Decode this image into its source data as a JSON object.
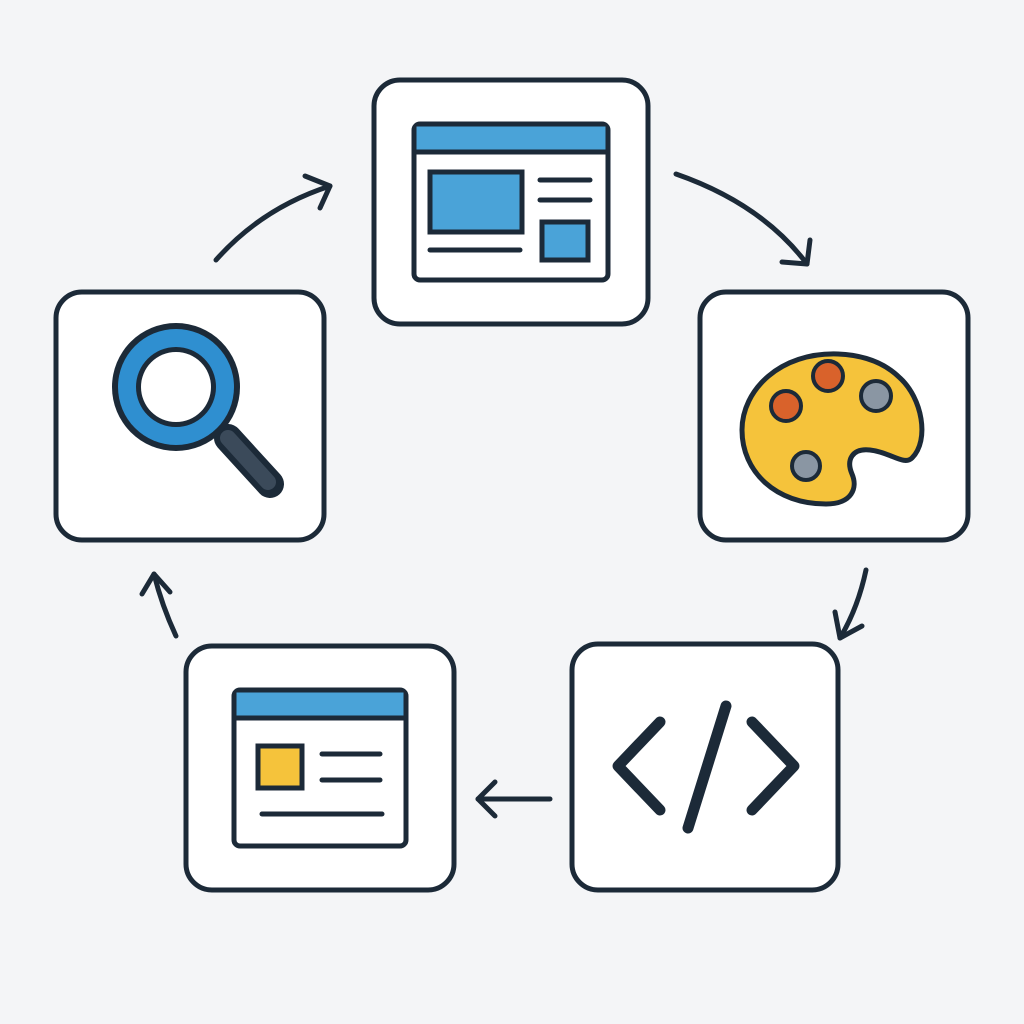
{
  "colors": {
    "background": "#f4f5f7",
    "outline": "#1c2a38",
    "card_fill": "#ffffff",
    "blue": "#4aa3d8",
    "yellow": "#f5c33b",
    "orange": "#d9622b",
    "gray": "#8a96a3"
  },
  "steps": [
    {
      "id": "research",
      "icon": "magnifying-glass-icon"
    },
    {
      "id": "wireframe",
      "icon": "browser-window-layout-icon"
    },
    {
      "id": "design",
      "icon": "paint-palette-icon"
    },
    {
      "id": "develop",
      "icon": "code-brackets-icon"
    },
    {
      "id": "launch",
      "icon": "browser-window-content-icon"
    }
  ],
  "flow": [
    {
      "from": "research",
      "to": "wireframe"
    },
    {
      "from": "wireframe",
      "to": "design"
    },
    {
      "from": "design",
      "to": "develop"
    },
    {
      "from": "develop",
      "to": "launch"
    },
    {
      "from": "launch",
      "to": "research"
    }
  ]
}
